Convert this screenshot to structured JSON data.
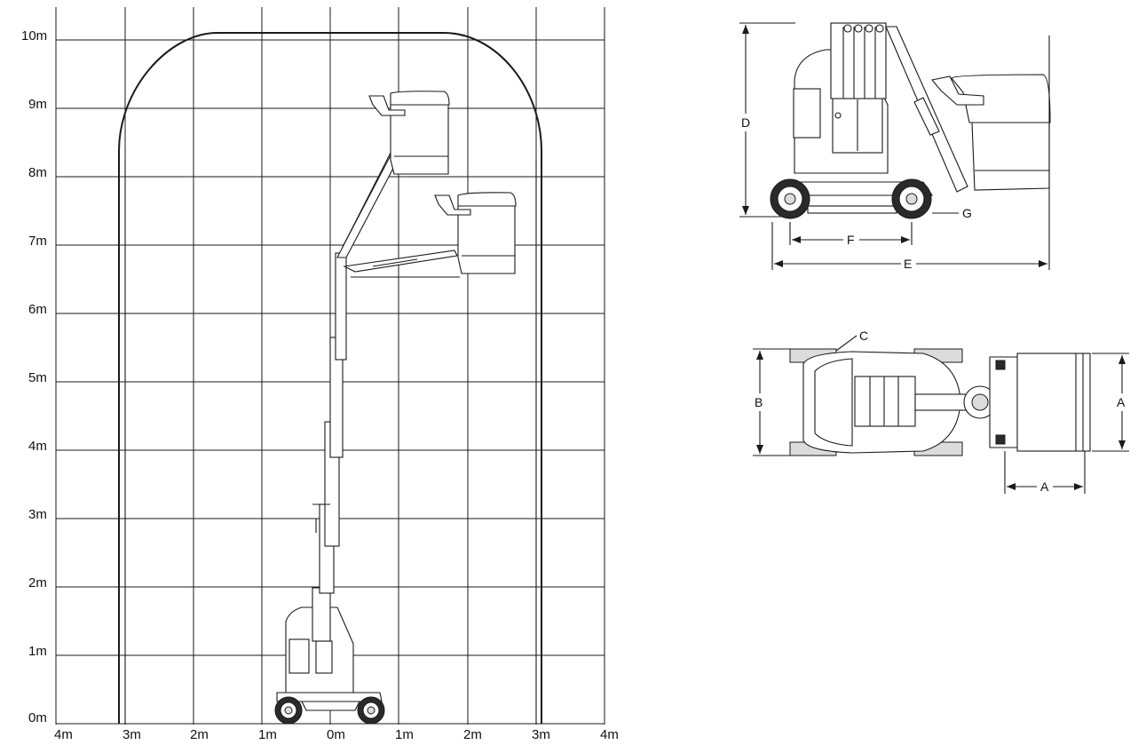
{
  "reach_chart": {
    "y_labels": [
      "10m",
      "9m",
      "8m",
      "7m",
      "6m",
      "5m",
      "4m",
      "3m",
      "2m",
      "1m",
      "0m"
    ],
    "x_labels": [
      "4m",
      "3m",
      "2m",
      "1m",
      "0m",
      "1m",
      "2m",
      "3m",
      "4m"
    ]
  },
  "side_view": {
    "dim_d": "D",
    "dim_e": "E",
    "dim_f": "F",
    "dim_g": "G"
  },
  "top_view": {
    "dim_a_right": "A",
    "dim_a_bottom": "A",
    "dim_b": "B",
    "dim_c": "C"
  }
}
